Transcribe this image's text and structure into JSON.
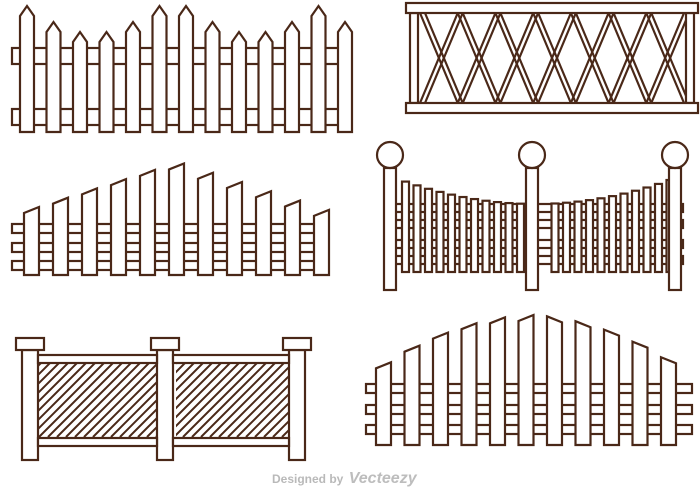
{
  "colors": {
    "stroke": "#4a2818",
    "fill": "#ffffff",
    "watermark": "#b9b9b9"
  },
  "watermark": {
    "prefix": "Designed by",
    "brand": "Vecteezy"
  },
  "fences": [
    {
      "style": "pointed-picket",
      "pickets": 13
    },
    {
      "style": "lattice-x",
      "crosses": 7
    },
    {
      "style": "flat-picket-peaked",
      "pickets": 11
    },
    {
      "style": "ball-post-concave",
      "posts": 3
    },
    {
      "style": "hatched-panel",
      "posts": 3
    },
    {
      "style": "arched-picket",
      "pickets": 11
    }
  ]
}
